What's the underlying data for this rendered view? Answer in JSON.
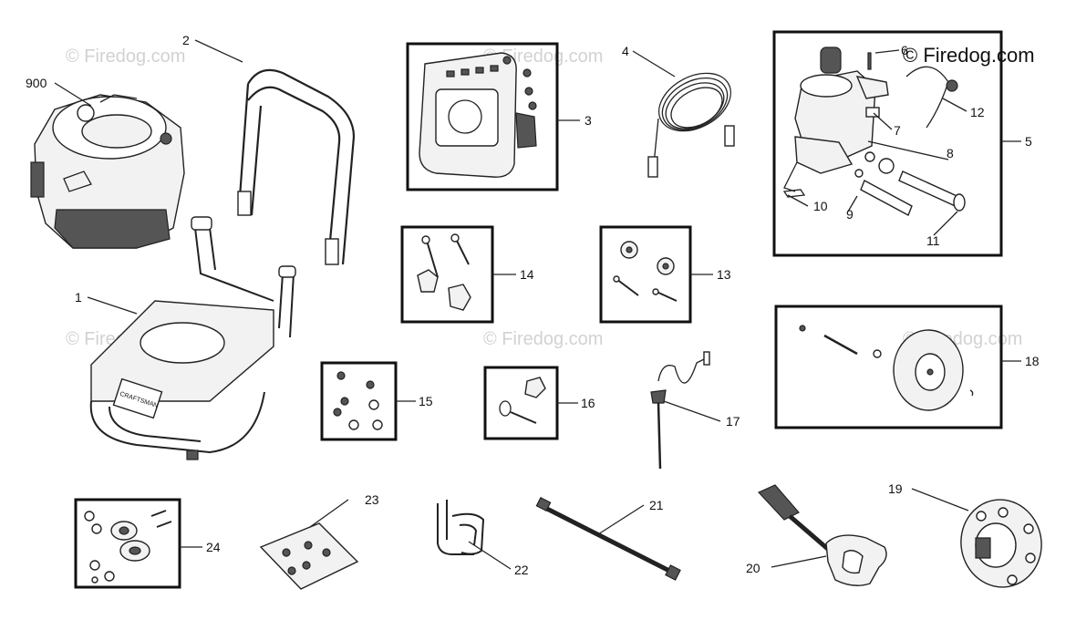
{
  "watermark": "© Firedog.com",
  "brand": "© Firedog.com",
  "frame_label": "CRAFTSMAN",
  "callouts": {
    "engine": "900",
    "frame": "1",
    "handle": "2",
    "bracket_kit": "3",
    "hose": "4",
    "pump": "5",
    "pump_pin": "6",
    "pump_fitting": "7",
    "pump_tube": "8",
    "pump_valve": "9",
    "pump_nozzle": "10",
    "pump_oring": "11",
    "pump_hose": "12",
    "knob_kit": "13",
    "bolt_kit": "14",
    "hardware_kit": "15",
    "pin_kit": "16",
    "dipstick": "17",
    "wheel_kit": "18",
    "hose_reel": "19",
    "spray_gun": "20",
    "lance": "21",
    "holder": "22",
    "nozzle_pack": "23",
    "bearing_kit": "24"
  }
}
